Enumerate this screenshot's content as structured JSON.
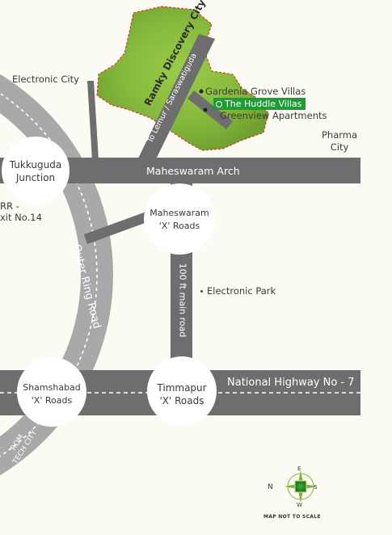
{
  "title_area": {
    "name": "Ramky Discovery City"
  },
  "places": {
    "electronic_city": "Electronic City",
    "gardenia": "Gardenia Grove Villas",
    "huddle": "The Huddle Villas",
    "greenview": "Greenview Apartments",
    "pharma_line1": "Pharma",
    "pharma_line2": "City",
    "electronic_park": "Electronic Park",
    "orr_exit_line1": "RR -",
    "orr_exit_line2": "xit No.14"
  },
  "roads": {
    "maheswaram_arch": "Maheswaram Arch",
    "lemur": "To Lemur / Saraswatiguda",
    "main_road": "100 ft main road",
    "outer_ring": "Outer Ring Road",
    "nh7": "National Highway No - 7",
    "hitech_line1": "ROM",
    "hitech_line2": "TECH CITY"
  },
  "junctions": {
    "tukkuguda": {
      "line1": "Tukkuguda",
      "line2": "Junction"
    },
    "maheswaram": {
      "line1": "Maheswaram",
      "line2": "'X' Roads"
    },
    "shamshabad": {
      "line1": "Shamshabad",
      "line2": "'X' Roads"
    },
    "timmapur": {
      "line1": "Timmapur",
      "line2": "'X' Roads"
    }
  },
  "compass": {
    "n": "N",
    "e": "E",
    "s": "S",
    "w": "W",
    "note": "MAP NOT TO SCALE"
  },
  "colors": {
    "background": "#fbfbf4",
    "road": "#6d6e6d",
    "ring_road": "#a8a9a8",
    "land": "#7fb43a",
    "boundary": "#d93a2a",
    "badge": "#1f9b38"
  }
}
